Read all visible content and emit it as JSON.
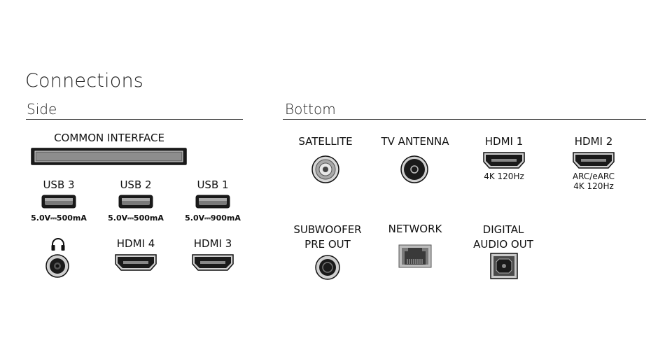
{
  "title": "Connections",
  "side": {
    "heading": "Side",
    "common_interface": {
      "label": "COMMON INTERFACE"
    },
    "usb_ports": [
      {
        "label": "USB 3",
        "spec": "5.0V⎓500mA"
      },
      {
        "label": "USB 2",
        "spec": "5.0V⎓500mA"
      },
      {
        "label": "USB 1",
        "spec": "5.0V⎓900mA"
      }
    ],
    "headphone": {
      "icon": "headphones-icon"
    },
    "hdmi4": {
      "label": "HDMI 4"
    },
    "hdmi3": {
      "label": "HDMI 3"
    }
  },
  "bottom": {
    "heading": "Bottom",
    "satellite": {
      "label": "SATELLITE"
    },
    "tv_antenna": {
      "label": "TV ANTENNA"
    },
    "hdmi1": {
      "label": "HDMI 1",
      "sub": "4K 120Hz"
    },
    "hdmi2": {
      "label": "HDMI 2",
      "sub1": "ARC/eARC",
      "sub2": "4K 120Hz"
    },
    "subwoofer": {
      "line1": "SUBWOOFER",
      "line2": "PRE OUT"
    },
    "network": {
      "label": "NETWORK"
    },
    "digital_audio": {
      "line1": "DIGITAL",
      "line2": "AUDIO OUT"
    }
  }
}
